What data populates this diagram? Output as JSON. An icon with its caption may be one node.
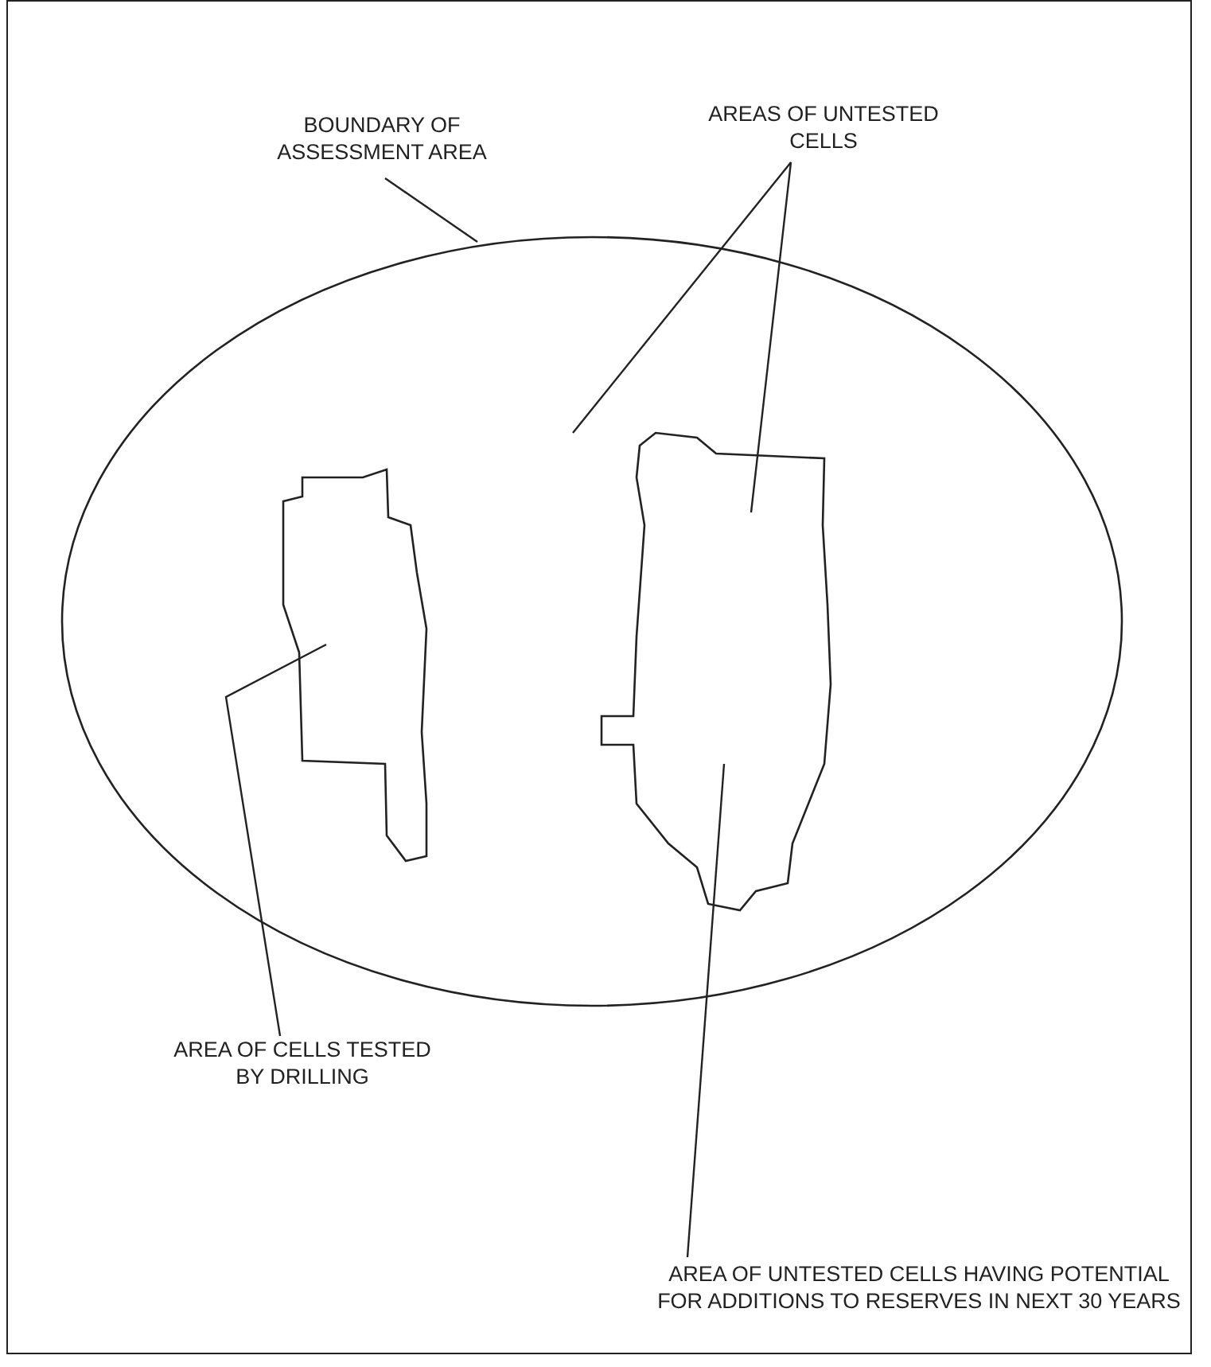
{
  "diagram": {
    "nodes": [
      {
        "text": [
          "BOUNDARY OF ASSESSMENT AREA"
        ]
      },
      {
        "text": [],
        "shape": "ellipse"
      },
      {
        "text": [
          "AREAS OF UNTESTED CELLS"
        ]
      },
      {
        "text": [],
        "shape": "outline",
        "in": 1
      },
      {
        "text": [],
        "shape": "outline",
        "in": 1
      },
      {
        "text": [
          "AREA OF CELLS TESTED BY DRILLING"
        ]
      },
      {
        "text": [
          "AREA OF UNTESTED CELLS HAVING POTENTIAL FOR ADDITIONS TO RESERVES IN NEXT 30 YEARS"
        ]
      }
    ],
    "edges": [
      {
        "from": 0,
        "to": 1,
        "arrow": "none"
      },
      {
        "from": 2,
        "to": 1,
        "arrow": "none"
      },
      {
        "from": 2,
        "to": 4,
        "arrow": "none"
      },
      {
        "from": 5,
        "to": 3,
        "arrow": "none"
      },
      {
        "from": 6,
        "to": 4,
        "arrow": "none"
      }
    ]
  }
}
